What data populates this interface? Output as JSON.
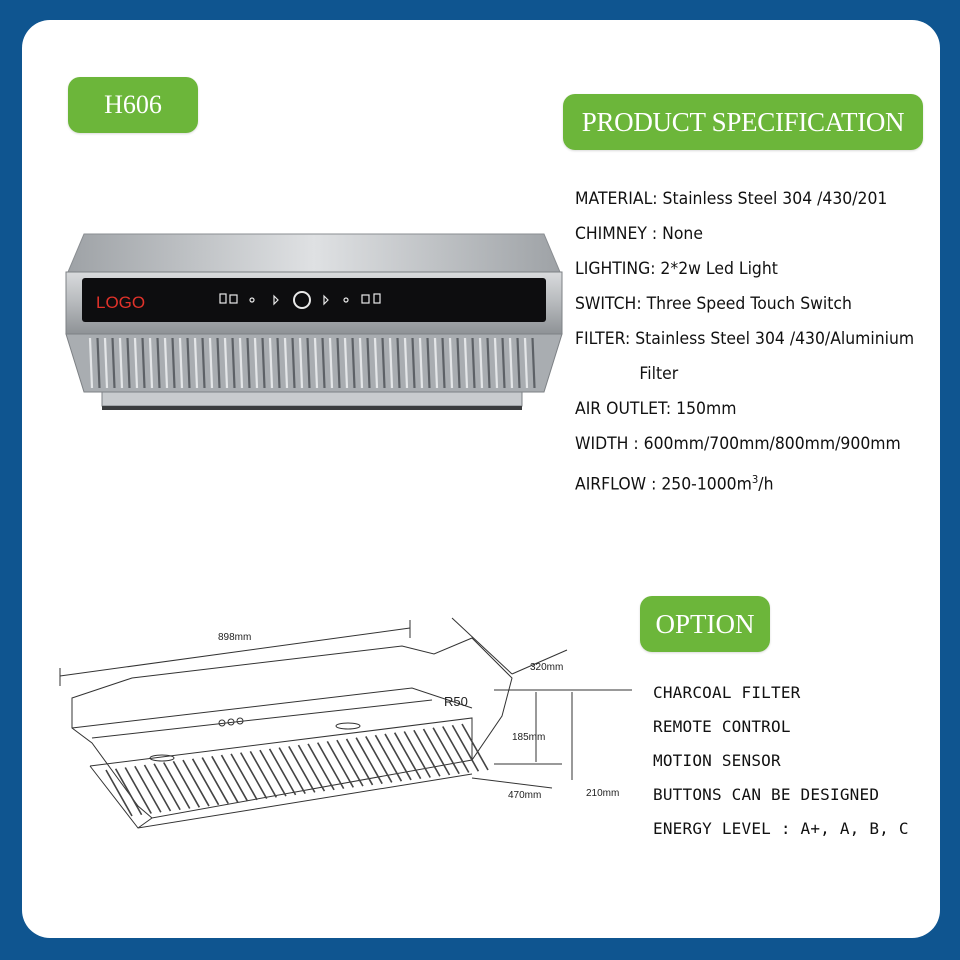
{
  "model": "H606",
  "spec_title": "PRODUCT SPECIFICATION",
  "option_title": "OPTION",
  "specs": [
    {
      "text": "MATERIAL: Stainless Steel 304 /430/201"
    },
    {
      "text": "CHIMNEY : None"
    },
    {
      "text": "LIGHTING:  2*2w Led Light"
    },
    {
      "text": "SWITCH: Three Speed Touch Switch"
    },
    {
      "text": "FILTER:  Stainless Steel 304 /430/Aluminium"
    },
    {
      "text": "Filter"
    },
    {
      "text": "AIR OUTLET: 150mm"
    },
    {
      "text": "WIDTH : 600mm/700mm/800mm/900mm"
    },
    {
      "text_pre": "AIRFLOW : 250-1000m",
      "sup": "3",
      "text_post": "/h"
    }
  ],
  "options": [
    "CHARCOAL FILTER",
    "REMOTE CONTROL",
    "MOTION SENSOR",
    "BUTTONS CAN BE DESIGNED",
    "ENERGY LEVEL  : A+, A, B, C"
  ],
  "photo": {
    "logo_text": "LOGO"
  },
  "drawing": {
    "width_label": "898mm",
    "depth_label": "320mm",
    "radius_label": "R50",
    "height_label": "185mm",
    "front_label": "470mm",
    "total_label": "210mm"
  },
  "colors": {
    "background": "#0f5590",
    "accent_green": "#6cb63a",
    "logo_red": "#e0322a"
  }
}
